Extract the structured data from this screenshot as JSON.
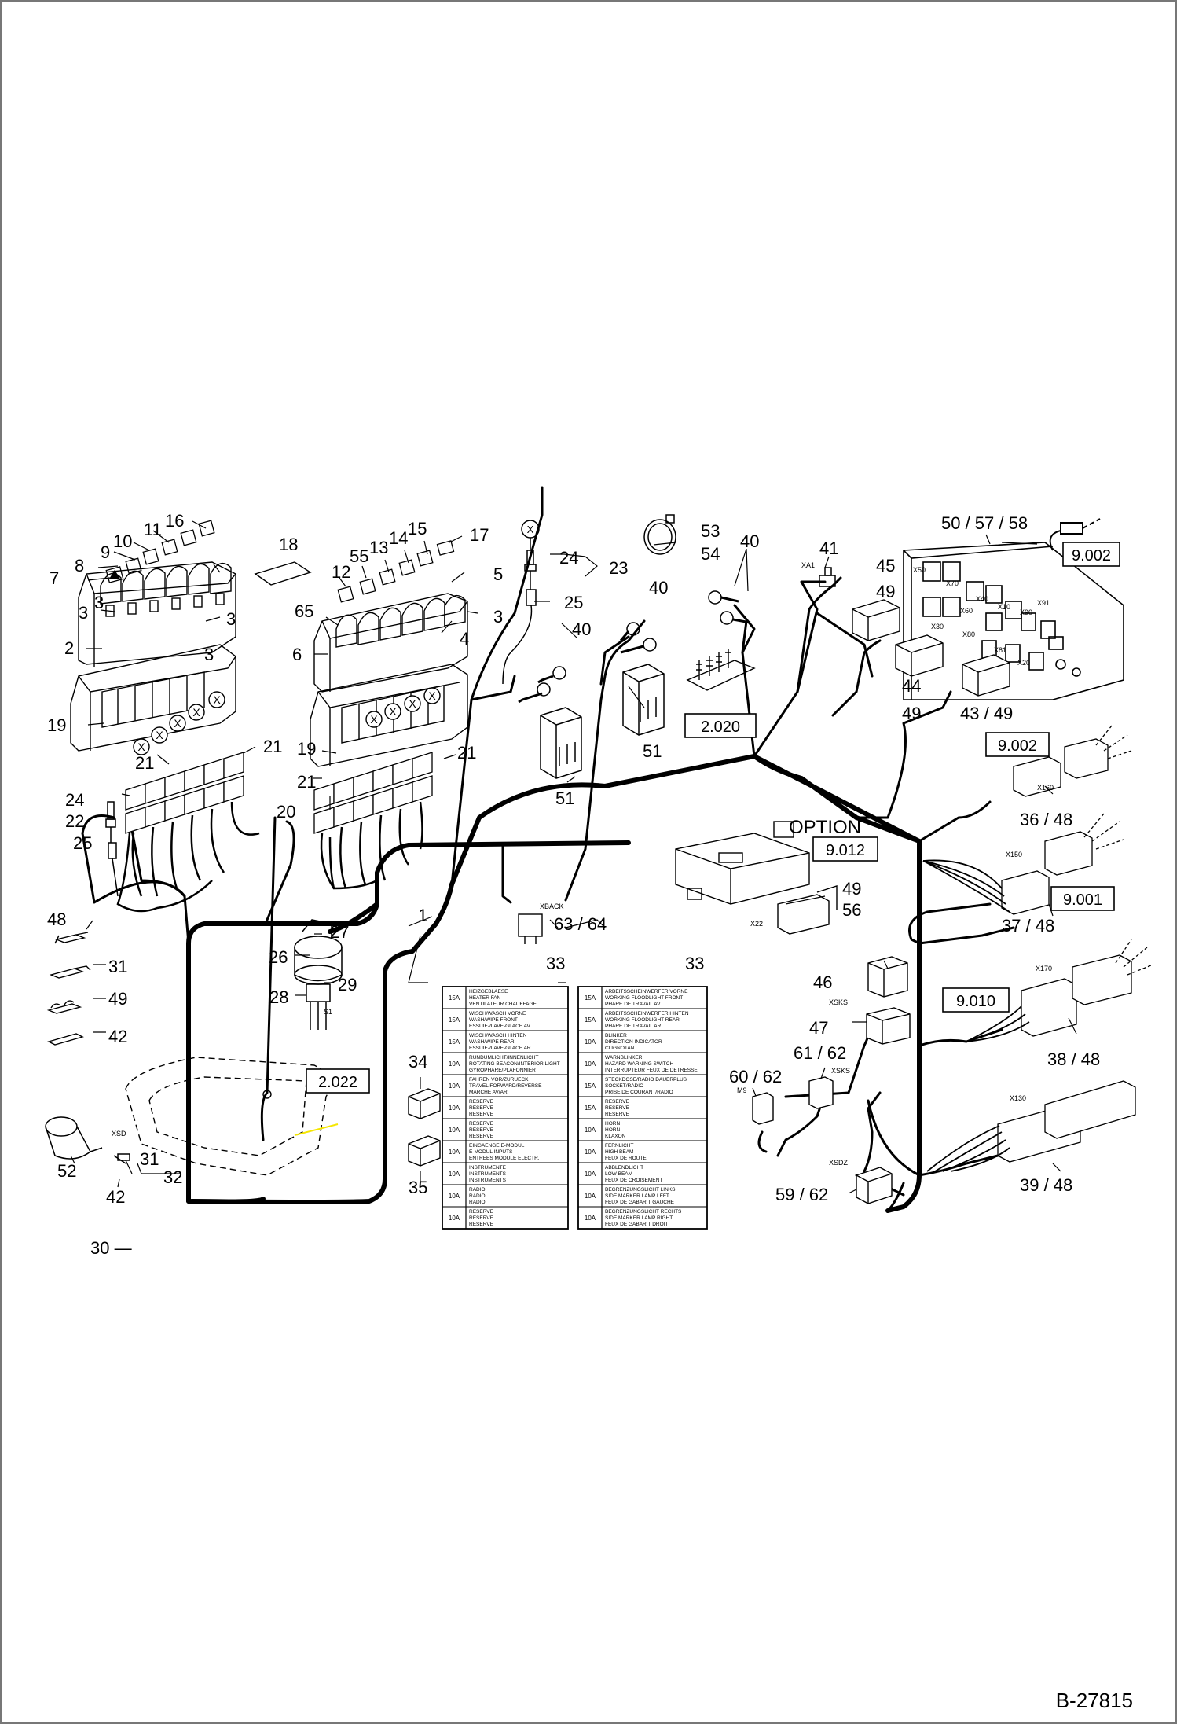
{
  "document_id": "B-27815",
  "option_label": "OPTION",
  "reference_boxes": [
    "9.002",
    "2.020",
    "9.002",
    "9.012",
    "9.001",
    "9.010",
    "2.022"
  ],
  "connector_labels": [
    "XA1",
    "X160",
    "X150",
    "X22",
    "XBACK",
    "S1",
    "XSKS",
    "XSKS",
    "M9",
    "X170",
    "X130",
    "XSD",
    "XSDZ"
  ],
  "relay_box_labels": [
    "X50",
    "X60",
    "X40",
    "X10",
    "X70",
    "X30",
    "X80",
    "X90",
    "X91",
    "X81",
    "X20"
  ],
  "part_numbers": {
    "p1": "1",
    "p2": "2",
    "p3a": "3",
    "p3b": "3",
    "p3c": "3",
    "p3d": "3",
    "p3e": "3",
    "p4": "4",
    "p5": "5",
    "p6": "6",
    "p7": "7",
    "p8": "8",
    "p9": "9",
    "p10": "10",
    "p11": "11",
    "p12": "12",
    "p13": "13",
    "p14": "14",
    "p15": "15",
    "p16": "16",
    "p17": "17",
    "p18": "18",
    "p19a": "19",
    "p19b": "19",
    "p20": "20",
    "p21a": "21",
    "p21b": "21",
    "p21c": "21",
    "p21d": "21",
    "p22": "22",
    "p23": "23",
    "p24a": "24",
    "p24b": "24",
    "p25a": "25",
    "p25b": "25",
    "p26": "26",
    "p27": "27",
    "p28": "28",
    "p29": "29",
    "p30": "30 —",
    "p31a": "31",
    "p31b": "31",
    "p32": "32",
    "p33a": "33",
    "p33b": "33",
    "p34": "34",
    "p35": "35",
    "p36": "36 / 48",
    "p37": "37 / 48",
    "p38": "38 / 48",
    "p39": "39 / 48",
    "p40a": "40",
    "p40b": "40",
    "p40c": "40",
    "p41": "41",
    "p42a": "42",
    "p42b": "42",
    "p43": "43 / 49",
    "p44": "44",
    "p44b": "49",
    "p45": "45",
    "p45b": "49",
    "p46": "46",
    "p47": "47",
    "p48": "48",
    "p49": "49",
    "p49b": "49",
    "p49c": "56",
    "p50": "50 / 57 / 58",
    "p51a": "51",
    "p51b": "51",
    "p52": "52",
    "p53": "53",
    "p54": "54",
    "p55": "55",
    "p59": "59 / 62",
    "p60": "60 / 62",
    "p61": "61 / 62",
    "p63": "63 / 64",
    "p65": "65"
  },
  "fuse_table_left": [
    {
      "amp": "15A",
      "lines": [
        "HEIZGEBLAESE",
        "HEATER FAN",
        "VENTILATEUR CHAUFFAGE"
      ]
    },
    {
      "amp": "15A",
      "lines": [
        "WISCH/WASCH VORNE",
        "WASH/WIPE FRONT",
        "ESSUIE-/LAVE-GLACE AV"
      ]
    },
    {
      "amp": "15A",
      "lines": [
        "WISCH/WASCH HINTEN",
        "WASH/WIPE REAR",
        "ESSUIE-/LAVE-GLACE AR"
      ]
    },
    {
      "amp": "10A",
      "lines": [
        "RUNDUMLICHT/INNENLICHT",
        "ROTATING BEACON/INTERIOR LIGHT",
        "GYROPHARE/PLAFONNIER"
      ]
    },
    {
      "amp": "10A",
      "lines": [
        "FAHREN VOR/ZURUECK",
        "TRAVEL FORWARD/REVERSE",
        "MARCHE AV/AR"
      ]
    },
    {
      "amp": "10A",
      "lines": [
        "RESERVE",
        "RESERVE",
        "RESERVE"
      ]
    },
    {
      "amp": "10A",
      "lines": [
        "RESERVE",
        "RESERVE",
        "RESERVE"
      ]
    },
    {
      "amp": "10A",
      "lines": [
        "EINGAENGE E-MODUL",
        "E-MODUL INPUTS",
        "ENTREES MODULE ELECTR."
      ]
    },
    {
      "amp": "10A",
      "lines": [
        "INSTRUMENTE",
        "INSTRUMENTS",
        "INSTRUMENTS"
      ]
    },
    {
      "amp": "10A",
      "lines": [
        "RADIO",
        "RADIO",
        "RADIO"
      ]
    },
    {
      "amp": "10A",
      "lines": [
        "RESERVE",
        "RESERVE",
        "RESERVE"
      ]
    }
  ],
  "fuse_table_right": [
    {
      "amp": "15A",
      "lines": [
        "ARBEITSSCHEINWERFER VORNE",
        "WORKING FLOODLIGHT FRONT",
        "PHARE DE TRAVAIL AV"
      ]
    },
    {
      "amp": "15A",
      "lines": [
        "ARBEITSSCHEINWERFER HINTEN",
        "WORKING FLOODLIGHT REAR",
        "PHARE DE TRAVAIL AR"
      ]
    },
    {
      "amp": "10A",
      "lines": [
        "BLINKER",
        "DIRECTION INDICATOR",
        "CLIGNOTANT"
      ]
    },
    {
      "amp": "10A",
      "lines": [
        "WARNBLINKER",
        "HAZARD WARNING SWITCH",
        "INTERRUPTEUR FEUX DE DETRESSE"
      ]
    },
    {
      "amp": "15A",
      "lines": [
        "STECKDOSE/RADIO DAUERPLUS",
        "SOCKET/RADIO",
        "PRISE DE COURANT/RADIO"
      ]
    },
    {
      "amp": "15A",
      "lines": [
        "RESERVE",
        "RESERVE",
        "RESERVE"
      ]
    },
    {
      "amp": "10A",
      "lines": [
        "HORN",
        "HORN",
        "KLAXON"
      ]
    },
    {
      "amp": "10A",
      "lines": [
        "FERNLICHT",
        "HIGH BEAM",
        "FEUX DE ROUTE"
      ]
    },
    {
      "amp": "10A",
      "lines": [
        "ABBLENDLICHT",
        "LOW BEAM",
        "FEUX DE CROISEMENT"
      ]
    },
    {
      "amp": "10A",
      "lines": [
        "BEGRENZUNGSLICHT LINKS",
        "SIDE MARKER LAMP LEFT",
        "FEUX DE GABARIT GAUCHE"
      ]
    },
    {
      "amp": "10A",
      "lines": [
        "BEGRENZUNGSLICHT RECHTS",
        "SIDE MARKER LAMP RIGHT",
        "FEUX DE GABARIT DROIT"
      ]
    }
  ],
  "colors": {
    "ink": "#000000",
    "paper": "#ffffff",
    "frame": "#777777",
    "highlight": "#f5e600"
  }
}
